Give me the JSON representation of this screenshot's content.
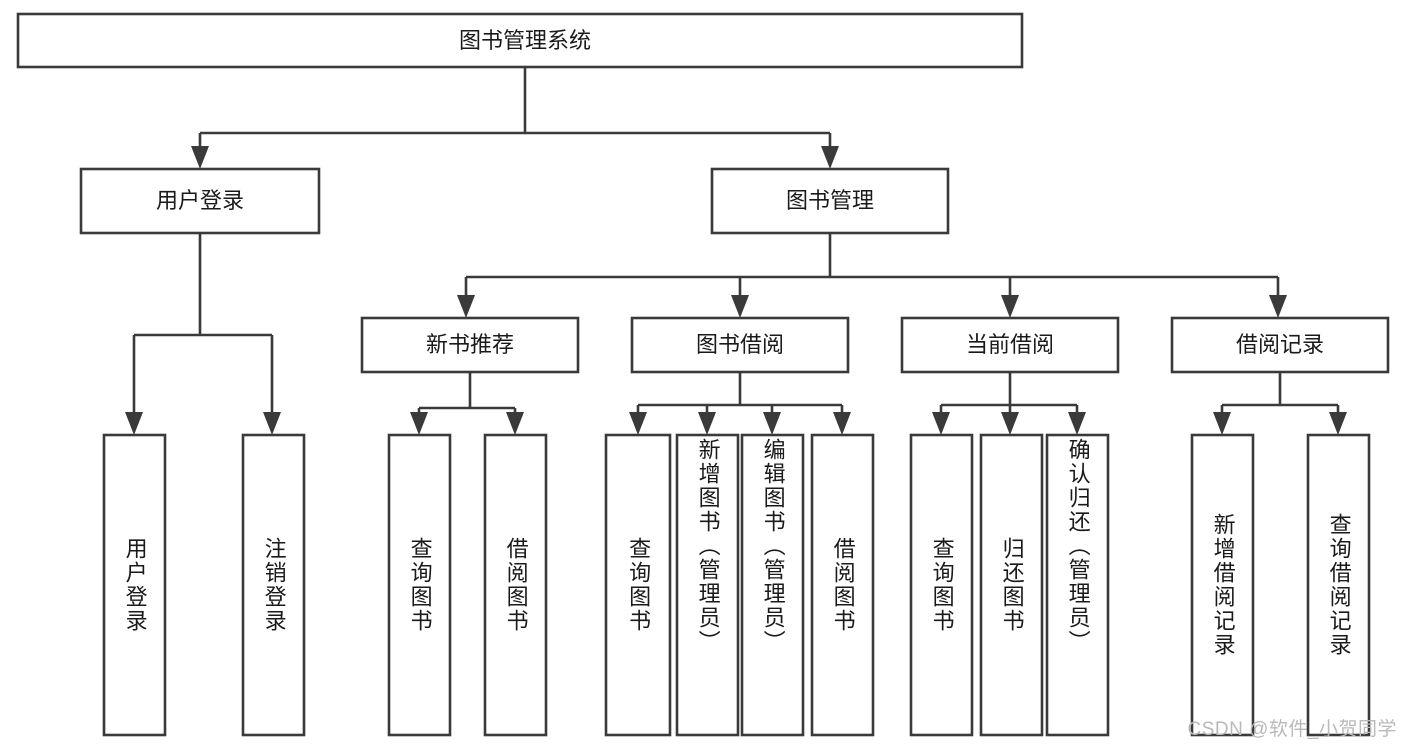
{
  "diagram": {
    "type": "tree-hierarchy",
    "title": "图书管理系统",
    "orientation": "top-down",
    "colors": {
      "background": "#ffffff",
      "box_stroke": "#3a3a3a",
      "box_fill": "#ffffff",
      "text": "#1a1a1a",
      "watermark": "#b9b9b9"
    },
    "root": {
      "label": "图书管理系统"
    },
    "level2": [
      {
        "label": "用户登录"
      },
      {
        "label": "图书管理"
      }
    ],
    "level3": [
      {
        "label": "新书推荐"
      },
      {
        "label": "图书借阅"
      },
      {
        "label": "当前借阅"
      },
      {
        "label": "借阅记录"
      }
    ],
    "leaves": {
      "user_login": [
        {
          "label": "用户登录"
        },
        {
          "label": "注销登录"
        }
      ],
      "new_book_recommend": [
        {
          "label": "查询图书"
        },
        {
          "label": "借阅图书"
        }
      ],
      "book_borrow": [
        {
          "label": "查询图书"
        },
        {
          "label": "新增图书（管理员）"
        },
        {
          "label": "编辑图书（管理员）"
        },
        {
          "label": "借阅图书"
        }
      ],
      "current_borrow": [
        {
          "label": "查询图书"
        },
        {
          "label": "归还图书"
        },
        {
          "label": "确认归还（管理员）"
        }
      ],
      "borrow_record": [
        {
          "label": "新增借阅记录"
        },
        {
          "label": "查询借阅记录"
        }
      ]
    }
  },
  "watermark": {
    "text": "CSDN @软件_小贺同学"
  }
}
